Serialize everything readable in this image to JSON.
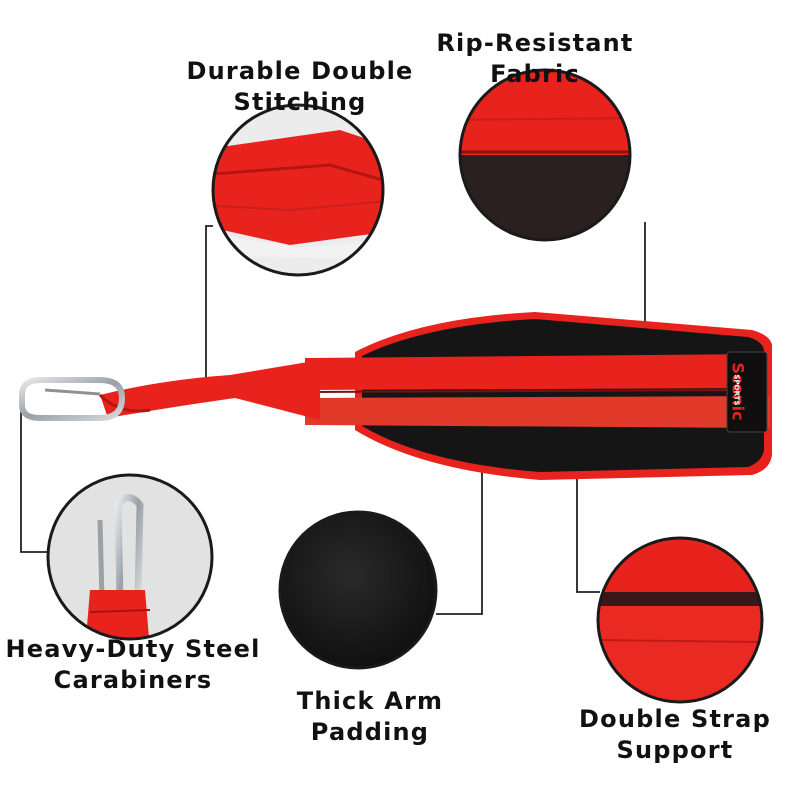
{
  "features": [
    {
      "id": "stitching",
      "line1": "Durable Double",
      "line2": "Stitching"
    },
    {
      "id": "fabric",
      "line1": "Rip-Resistant",
      "line2": "Fabric"
    },
    {
      "id": "carabiners",
      "line1": "Heavy-Duty Steel",
      "line2": "Carabiners"
    },
    {
      "id": "padding",
      "line1": "Thick Arm",
      "line2": "Padding"
    },
    {
      "id": "support",
      "line1": "Double Strap",
      "line2": "Support"
    }
  ],
  "logo": {
    "brand": "Scenic",
    "sub": "SPORTS"
  },
  "colors": {
    "strap_red": "#e8231e",
    "pad_black": "#141414",
    "steel": "#b8bcc0",
    "callout_line": "#222222"
  }
}
